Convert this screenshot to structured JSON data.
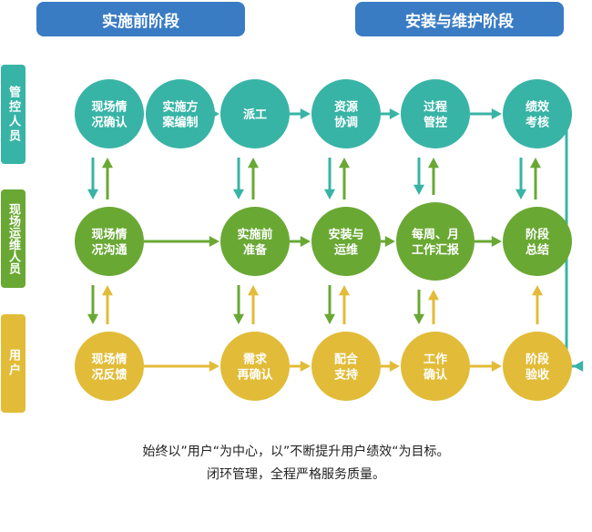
{
  "phases": [
    "实施前阶段",
    "安装与维护阶段"
  ],
  "lanes": [
    {
      "label": "管控人员",
      "color": "#38b4a6"
    },
    {
      "label": "现场运维人员",
      "color": "#6aa834"
    },
    {
      "label": "用户",
      "color": "#e2bc38"
    }
  ],
  "colors": {
    "teal": "#38b4a6",
    "green": "#6aa834",
    "yellow": "#e2bc38"
  },
  "nodes": [
    {
      "id": "n00",
      "lane": 0,
      "col": 0,
      "lines": [
        "现场情",
        "况确认"
      ]
    },
    {
      "id": "n01",
      "lane": 0,
      "col": 1,
      "lines": [
        "实施方",
        "案编制"
      ]
    },
    {
      "id": "n02",
      "lane": 0,
      "col": 2,
      "lines": [
        "派工"
      ]
    },
    {
      "id": "n03",
      "lane": 0,
      "col": 3,
      "lines": [
        "资源",
        "协调"
      ]
    },
    {
      "id": "n04",
      "lane": 0,
      "col": 4,
      "lines": [
        "过程",
        "管控"
      ]
    },
    {
      "id": "n05",
      "lane": 0,
      "col": 5,
      "lines": [
        "绩效",
        "考核"
      ]
    },
    {
      "id": "n10",
      "lane": 1,
      "col": 0,
      "lines": [
        "现场情",
        "况沟通"
      ]
    },
    {
      "id": "n12",
      "lane": 1,
      "col": 2,
      "lines": [
        "实施前",
        "准备"
      ]
    },
    {
      "id": "n13",
      "lane": 1,
      "col": 3,
      "lines": [
        "安装与",
        "运维"
      ]
    },
    {
      "id": "n14",
      "lane": 1,
      "col": 4,
      "lines": [
        "每周、月",
        "工作汇报"
      ],
      "large": true
    },
    {
      "id": "n15",
      "lane": 1,
      "col": 5,
      "lines": [
        "阶段",
        "总结"
      ]
    },
    {
      "id": "n20",
      "lane": 2,
      "col": 0,
      "lines": [
        "现场情",
        "况反馈"
      ]
    },
    {
      "id": "n22",
      "lane": 2,
      "col": 2,
      "lines": [
        "需求",
        "再确认"
      ]
    },
    {
      "id": "n23",
      "lane": 2,
      "col": 3,
      "lines": [
        "配合",
        "支持"
      ]
    },
    {
      "id": "n24",
      "lane": 2,
      "col": 4,
      "lines": [
        "工作",
        "确认"
      ]
    },
    {
      "id": "n25",
      "lane": 2,
      "col": 5,
      "lines": [
        "阶段",
        "验收"
      ]
    }
  ],
  "edges": [
    {
      "from": "n00",
      "to": "n01",
      "color": "teal"
    },
    {
      "from": "n01",
      "to": "n02",
      "color": "teal"
    },
    {
      "from": "n02",
      "to": "n03",
      "color": "teal"
    },
    {
      "from": "n03",
      "to": "n04",
      "color": "teal"
    },
    {
      "from": "n04",
      "to": "n05",
      "color": "teal"
    },
    {
      "from": "n10",
      "to": "n12",
      "color": "green"
    },
    {
      "from": "n12",
      "to": "n13",
      "color": "green"
    },
    {
      "from": "n13",
      "to": "n14",
      "color": "green"
    },
    {
      "from": "n14",
      "to": "n15",
      "color": "green"
    },
    {
      "from": "n20",
      "to": "n22",
      "color": "yellow"
    },
    {
      "from": "n22",
      "to": "n23",
      "color": "yellow"
    },
    {
      "from": "n23",
      "to": "n24",
      "color": "yellow"
    },
    {
      "from": "n24",
      "to": "n25",
      "color": "yellow"
    },
    {
      "from": "n05",
      "to": "n25",
      "color": "teal",
      "route": "loop-right"
    }
  ],
  "vertical_pairs": [
    {
      "top": "n00",
      "bottom": "n10",
      "down": "teal",
      "up": "green"
    },
    {
      "top": "n02",
      "bottom": "n12",
      "down": "teal",
      "up": "green"
    },
    {
      "top": "n03",
      "bottom": "n13",
      "down": "teal",
      "up": "green"
    },
    {
      "top": "n04",
      "bottom": "n14",
      "down": "teal",
      "up": "green"
    },
    {
      "top": "n05",
      "bottom": "n15",
      "down": "teal",
      "up": "green"
    },
    {
      "top": "n10",
      "bottom": "n20",
      "down": "green",
      "up": "yellow"
    },
    {
      "top": "n12",
      "bottom": "n22",
      "down": "green",
      "up": "yellow"
    },
    {
      "top": "n13",
      "bottom": "n23",
      "down": "green",
      "up": "yellow"
    },
    {
      "top": "n14",
      "bottom": "n24",
      "down": "green",
      "up": "yellow"
    },
    {
      "top": "n15",
      "bottom": "n25",
      "down": null,
      "up": "yellow"
    }
  ],
  "footer": [
    "始终以”用户“为中心，以”不断提升用户绩效“为目标。",
    "闭环管理，全程严格服务质量。"
  ]
}
